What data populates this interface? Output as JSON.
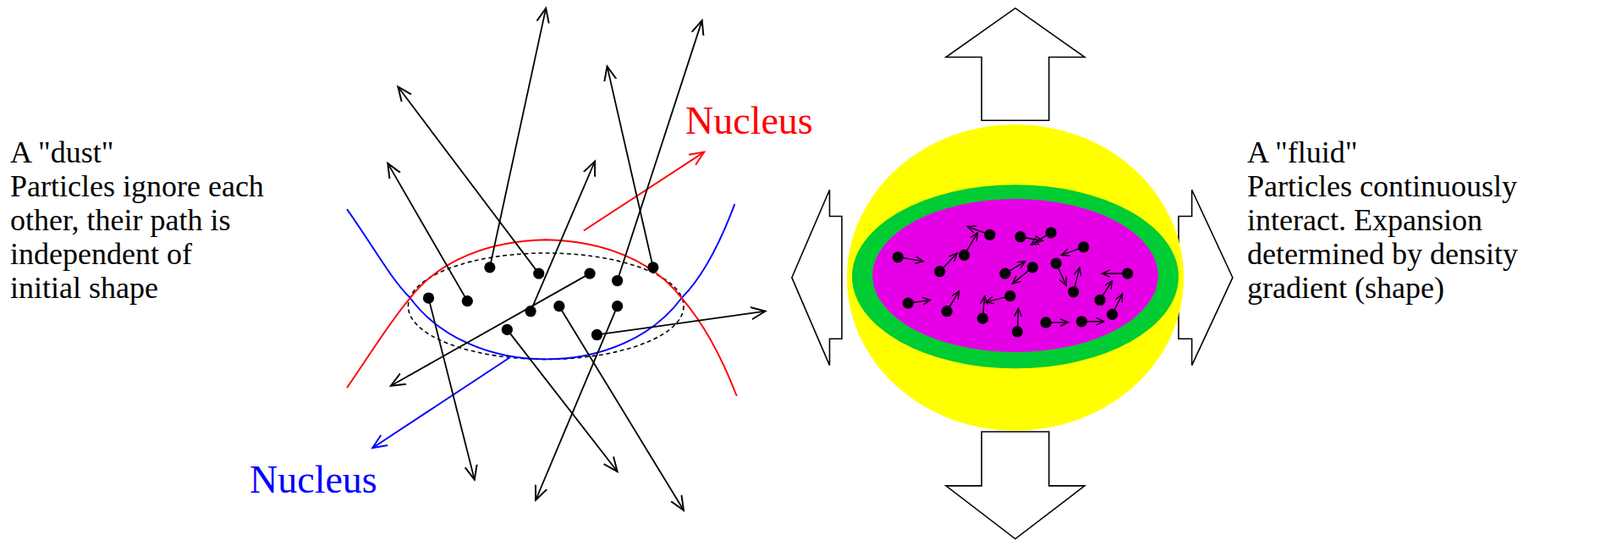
{
  "diagram": {
    "labels": [
      "A \"dust\"",
      "Particles ignore each other, their path is independent of initial shape",
      "Nucleus",
      "Nucleus",
      "A \"fluid\"",
      "Particles continuously interact. Expansion determined by density gradient (shape)"
    ]
  }
}
